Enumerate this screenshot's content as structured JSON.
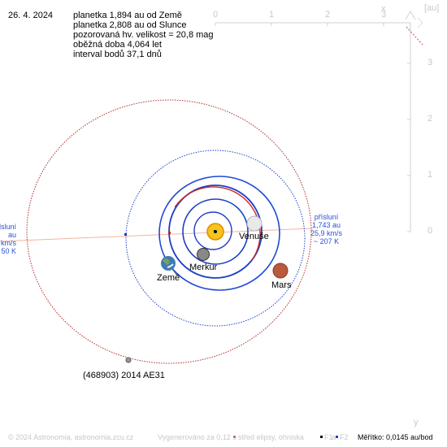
{
  "header": {
    "date": "26. 4. 2024",
    "lines": [
      "planetka 1,894 au od Země",
      "planetka 2,808 au od Slunce",
      "pozorovaná hv. velikost = 20,8 mag",
      "oběžná doba 4,064 let",
      "interval bodů 37,1 dnů"
    ]
  },
  "axes": {
    "unit": "[au]",
    "x_label": "x",
    "y_label": "y",
    "x_ticks": [
      "0",
      "1",
      "2",
      "3"
    ],
    "y_ticks": [
      "3",
      "2",
      "1",
      "0"
    ]
  },
  "bodies": {
    "venus": "Venuše",
    "mercury": "Merkur",
    "earth": "Země",
    "mars": "Mars",
    "asteroid": "(468903) 2014 AE31"
  },
  "perihelion": {
    "title": "přísluní",
    "distance": "1,743 au",
    "speed": "25,9 km/s",
    "temperature": "~ 207 K"
  },
  "aphelion": {
    "title": "odsluní",
    "distance": "au",
    "speed": "km/s",
    "temperature": "50 K"
  },
  "footer": {
    "copyright": "© 2024 Astronomia, astronomia.zcu.cz",
    "generated": "Vygenerováno za 0,12 s",
    "center_legend": "střed elipsy, ohniska",
    "f1": "F1",
    "f2": "F2",
    "and": "a",
    "scale": "Měřítko: 0,0145 au/bod"
  },
  "colors": {
    "asteroid_orbit": "#b03030",
    "earth_orbit": "#1d3fc4",
    "mars_orbit": "#1f4ad6",
    "inner_orbit": "#d02525",
    "info_blue": "#2950d8",
    "sun": "#f4c51c"
  }
}
